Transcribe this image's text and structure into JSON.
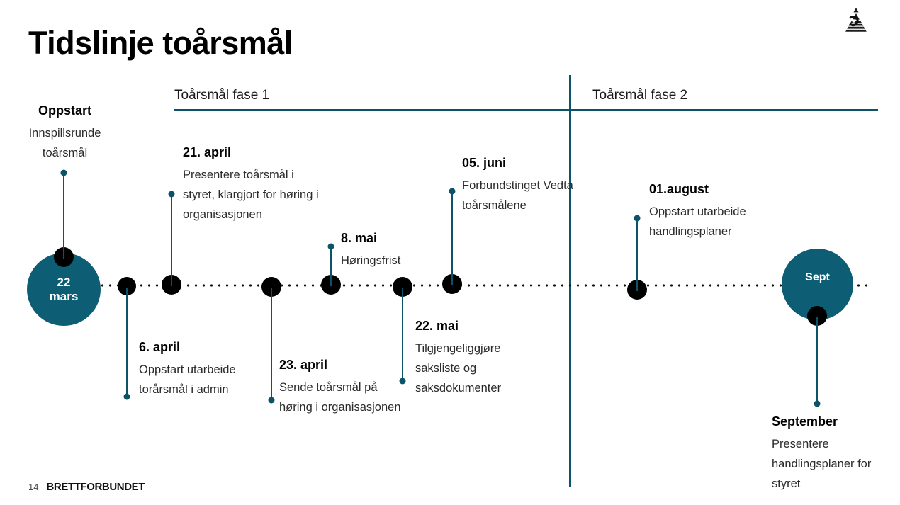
{
  "slide": {
    "title": "Tidslinje toårsmål",
    "logo_icon": "brettforbundet-triangle-logo-icon"
  },
  "phases": [
    {
      "label": "Toårsmål fase 1"
    },
    {
      "label": "Toårsmål fase 2"
    }
  ],
  "bubbles": {
    "start": {
      "day": "22",
      "month": "mars"
    },
    "end": {
      "caption": "Sept"
    }
  },
  "milestones": [
    {
      "id": "oppstart",
      "date": "Oppstart",
      "desc": "Innspillsrunde toårsmål"
    },
    {
      "id": "6-april",
      "date": "6. april",
      "desc": "Oppstart utarbeide torårsmål i admin"
    },
    {
      "id": "21-april",
      "date": "21. april",
      "desc": "Presentere toårsmål i styret, klargjort for høring i organisasjonen"
    },
    {
      "id": "23-april",
      "date": "23. april",
      "desc": "Sende toårsmål på høring i organisasjonen"
    },
    {
      "id": "8-mai",
      "date": "8. mai",
      "desc": "Høringsfrist"
    },
    {
      "id": "22-mai",
      "date": "22. mai",
      "desc": "Tilgjengeliggjøre saksliste og saksdokumenter"
    },
    {
      "id": "05-juni",
      "date": "05. juni",
      "desc": "Forbundstinget Vedta toårsmålene"
    },
    {
      "id": "01-august",
      "date": "01.august",
      "desc": "Oppstart utarbeide handlingsplaner"
    },
    {
      "id": "september",
      "date": "September",
      "desc": "Presentere handlingsplaner for styret"
    }
  ],
  "footer": {
    "page": "14",
    "brand": "BRETTFORBUNDET"
  },
  "colors": {
    "teal": "#0d5e75",
    "teal_dark": "#0d5368",
    "marker": "#000000",
    "text": "#1a1a1a"
  }
}
